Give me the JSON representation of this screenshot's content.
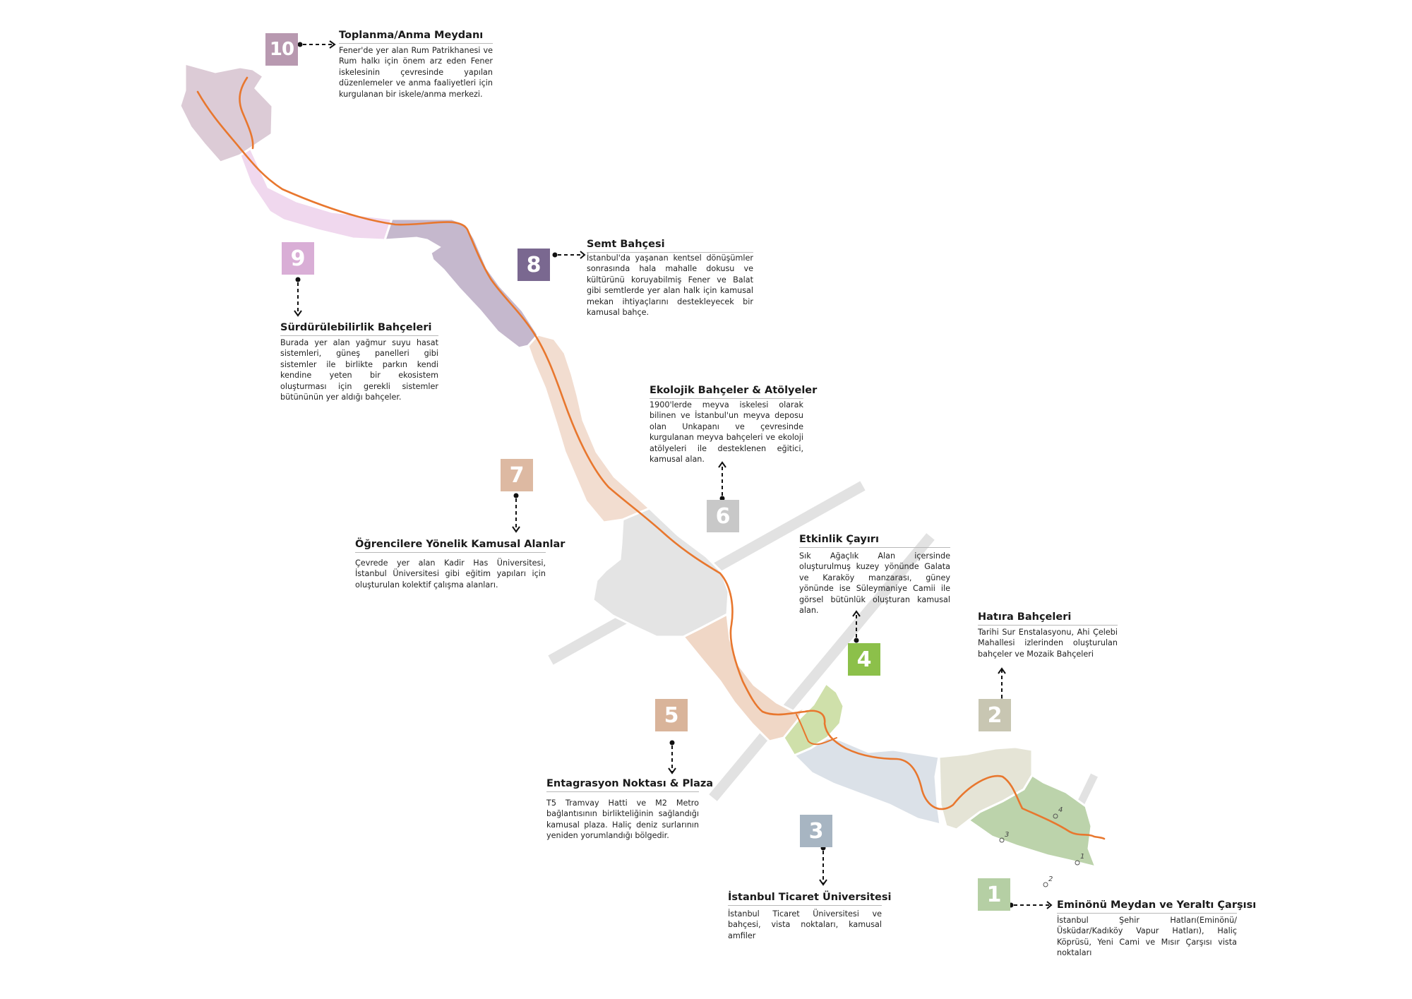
{
  "zones": [
    {
      "number": "10",
      "color": "#b899b0",
      "title": "Toplanma/Anma Meydanı",
      "description": "Fener'de yer alan Rum Patrikhanesi ve Rum halkı için önem arz eden Fener iskelesinin çevresinde yapılan düzenlemeler ve anma faaliyetleri için kurgulanan bir iskele/anma merkezi."
    },
    {
      "number": "9",
      "color": "#d9aed6",
      "title": "Sürdürülebilirlik Bahçeleri",
      "description": "Burada yer alan yağmur suyu hasat sistemleri, güneş panelleri gibi sistemler ile birlikte parkın kendi kendine yeten bir ekosistem oluşturması için gerekli sistemler bütününün yer aldığı bahçeler."
    },
    {
      "number": "8",
      "color": "#7a6890",
      "title": "Semt Bahçesi",
      "description": "İstanbul'da yaşanan kentsel dönüşümler sonrasında hala mahalle dokusu ve kültürünü koruyabilmiş Fener ve Balat gibi semtlerde yer alan halk için kamusal mekan ihtiyaçlarını destekleyecek bir kamusal bahçe."
    },
    {
      "number": "7",
      "color": "#ddb9a2",
      "title": "Öğrencilere Yönelik Kamusal Alanlar",
      "description": "Çevrede yer alan Kadir Has Üniversitesi, İstanbul Üniversitesi gibi eğitim yapıları için oluşturulan kolektif çalışma alanları."
    },
    {
      "number": "6",
      "color": "#c8c8c8",
      "title": "Ekolojik Bahçeler & Atölyeler",
      "description": "1900'lerde meyva iskelesi olarak bilinen ve İstanbul'un meyva deposu olan Unkapanı ve çevresinde kurgulanan meyva bahçeleri ve ekoloji atölyeleri ile desteklenen eğitici, kamusal alan."
    },
    {
      "number": "5",
      "color": "#d9b49a",
      "title": "Entagrasyon Noktası & Plaza",
      "description": "T5 Tramvay Hatti ve M2 Metro bağlantısının birlikteliğinin sağlandığı kamusal plaza. Haliç deniz surlarının yeniden yorumlandığı bölgedir."
    },
    {
      "number": "4",
      "color": "#8cc04a",
      "title": "Etkinlik Çayırı",
      "description": "Sık Ağaçlık Alan içersinde oluşturulmuş kuzey yönünde Galata ve Karaköy manzarası, güney yönünde ise Süleymaniye Camii ile görsel bütünlük oluşturan kamusal alan."
    },
    {
      "number": "3",
      "color": "#a7b5c2",
      "title": "İstanbul Ticaret Üniversitesi",
      "description": "İstanbul Ticaret Üniversitesi ve bahçesi, vista noktaları, kamusal amfiler"
    },
    {
      "number": "2",
      "color": "#c8c6b2",
      "title": "Hatıra Bahçeleri",
      "description": "Tarihi Sur Enstalasyonu, Ahi Çelebi Mahallesi izlerinden oluşturulan bahçeler ve Mozaik Bahçeleri"
    },
    {
      "number": "1",
      "color": "#b5cfa4",
      "title": "Eminönü Meydan ve Yeraltı Çarşısı",
      "description": "İstanbul Şehir Hatları(Eminönü/Üsküdar/Kadıköy Vapur Hatları), Haliç Köprüsü, Yeni Cami ve Mısır Çarşısı vista noktaları"
    }
  ],
  "vista_points": [
    "1",
    "2",
    "3",
    "4"
  ],
  "colors": {
    "route": "#e8772e",
    "arrow": "#111111",
    "divider": "#b8b8b8",
    "bridge": "#e2e2e2"
  }
}
